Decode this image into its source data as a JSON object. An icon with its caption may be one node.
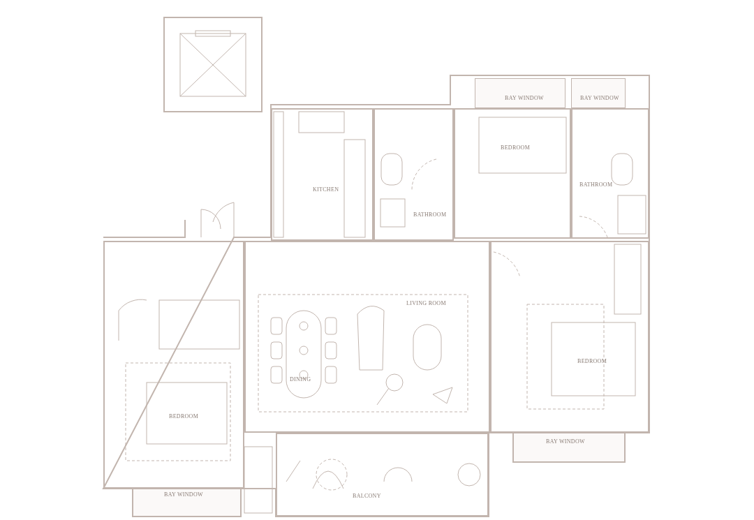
{
  "diagram": {
    "nodes": [
      {
        "text": [
          "BAY WINDOW"
        ]
      },
      {
        "text": [
          "BAY WINDOW"
        ]
      },
      {
        "text": [
          "BEDROOM"
        ]
      },
      {
        "text": [
          "BATHROOM"
        ]
      },
      {
        "text": [
          "KITCHEN"
        ]
      },
      {
        "text": [
          "BATHROOM"
        ]
      },
      {
        "text": [
          "LIVING ROOM"
        ]
      },
      {
        "text": [
          "DINING"
        ],
        "in": 6
      },
      {
        "text": [
          "BEDROOM"
        ]
      },
      {
        "text": [
          "BEDROOM"
        ]
      },
      {
        "text": [
          "BAY WINDOW"
        ]
      },
      {
        "text": [
          "BAY WINDOW"
        ]
      },
      {
        "text": [
          "BALCONY"
        ]
      }
    ]
  }
}
